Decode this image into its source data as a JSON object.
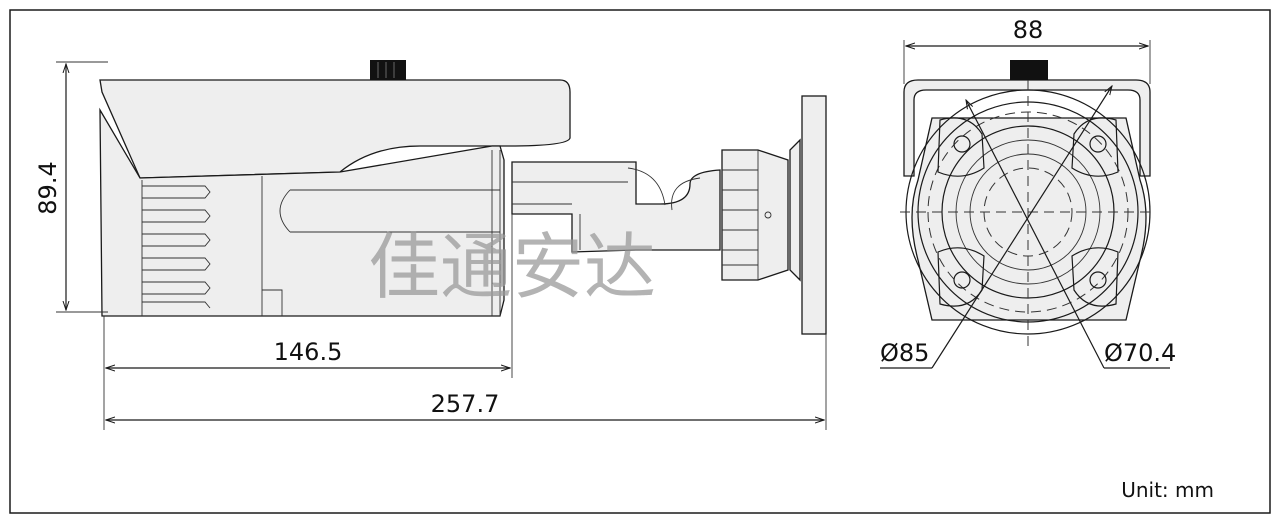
{
  "dimensions": {
    "height": "89.4",
    "body_length": "146.5",
    "total_length": "257.7",
    "width": "88",
    "outer_diameter": "Ø85",
    "inner_diameter": "Ø70.4"
  },
  "watermark": "佳通安达",
  "unit_label": "Unit: mm",
  "colors": {
    "line": "#1a1a1a",
    "fill": "#eeeeee",
    "watermark": "#9a9a9a"
  }
}
